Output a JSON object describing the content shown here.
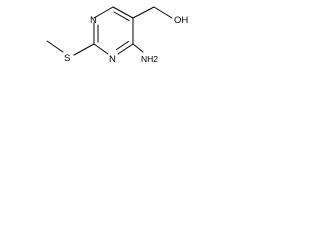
{
  "molecule": {
    "atoms": {
      "n_top": "N",
      "n_bottom": "N",
      "s": "S",
      "oh": "OH",
      "nh2": "NH2"
    }
  },
  "colors": {
    "bond": "#000000",
    "label": "#000000",
    "background": "#ffffff"
  }
}
